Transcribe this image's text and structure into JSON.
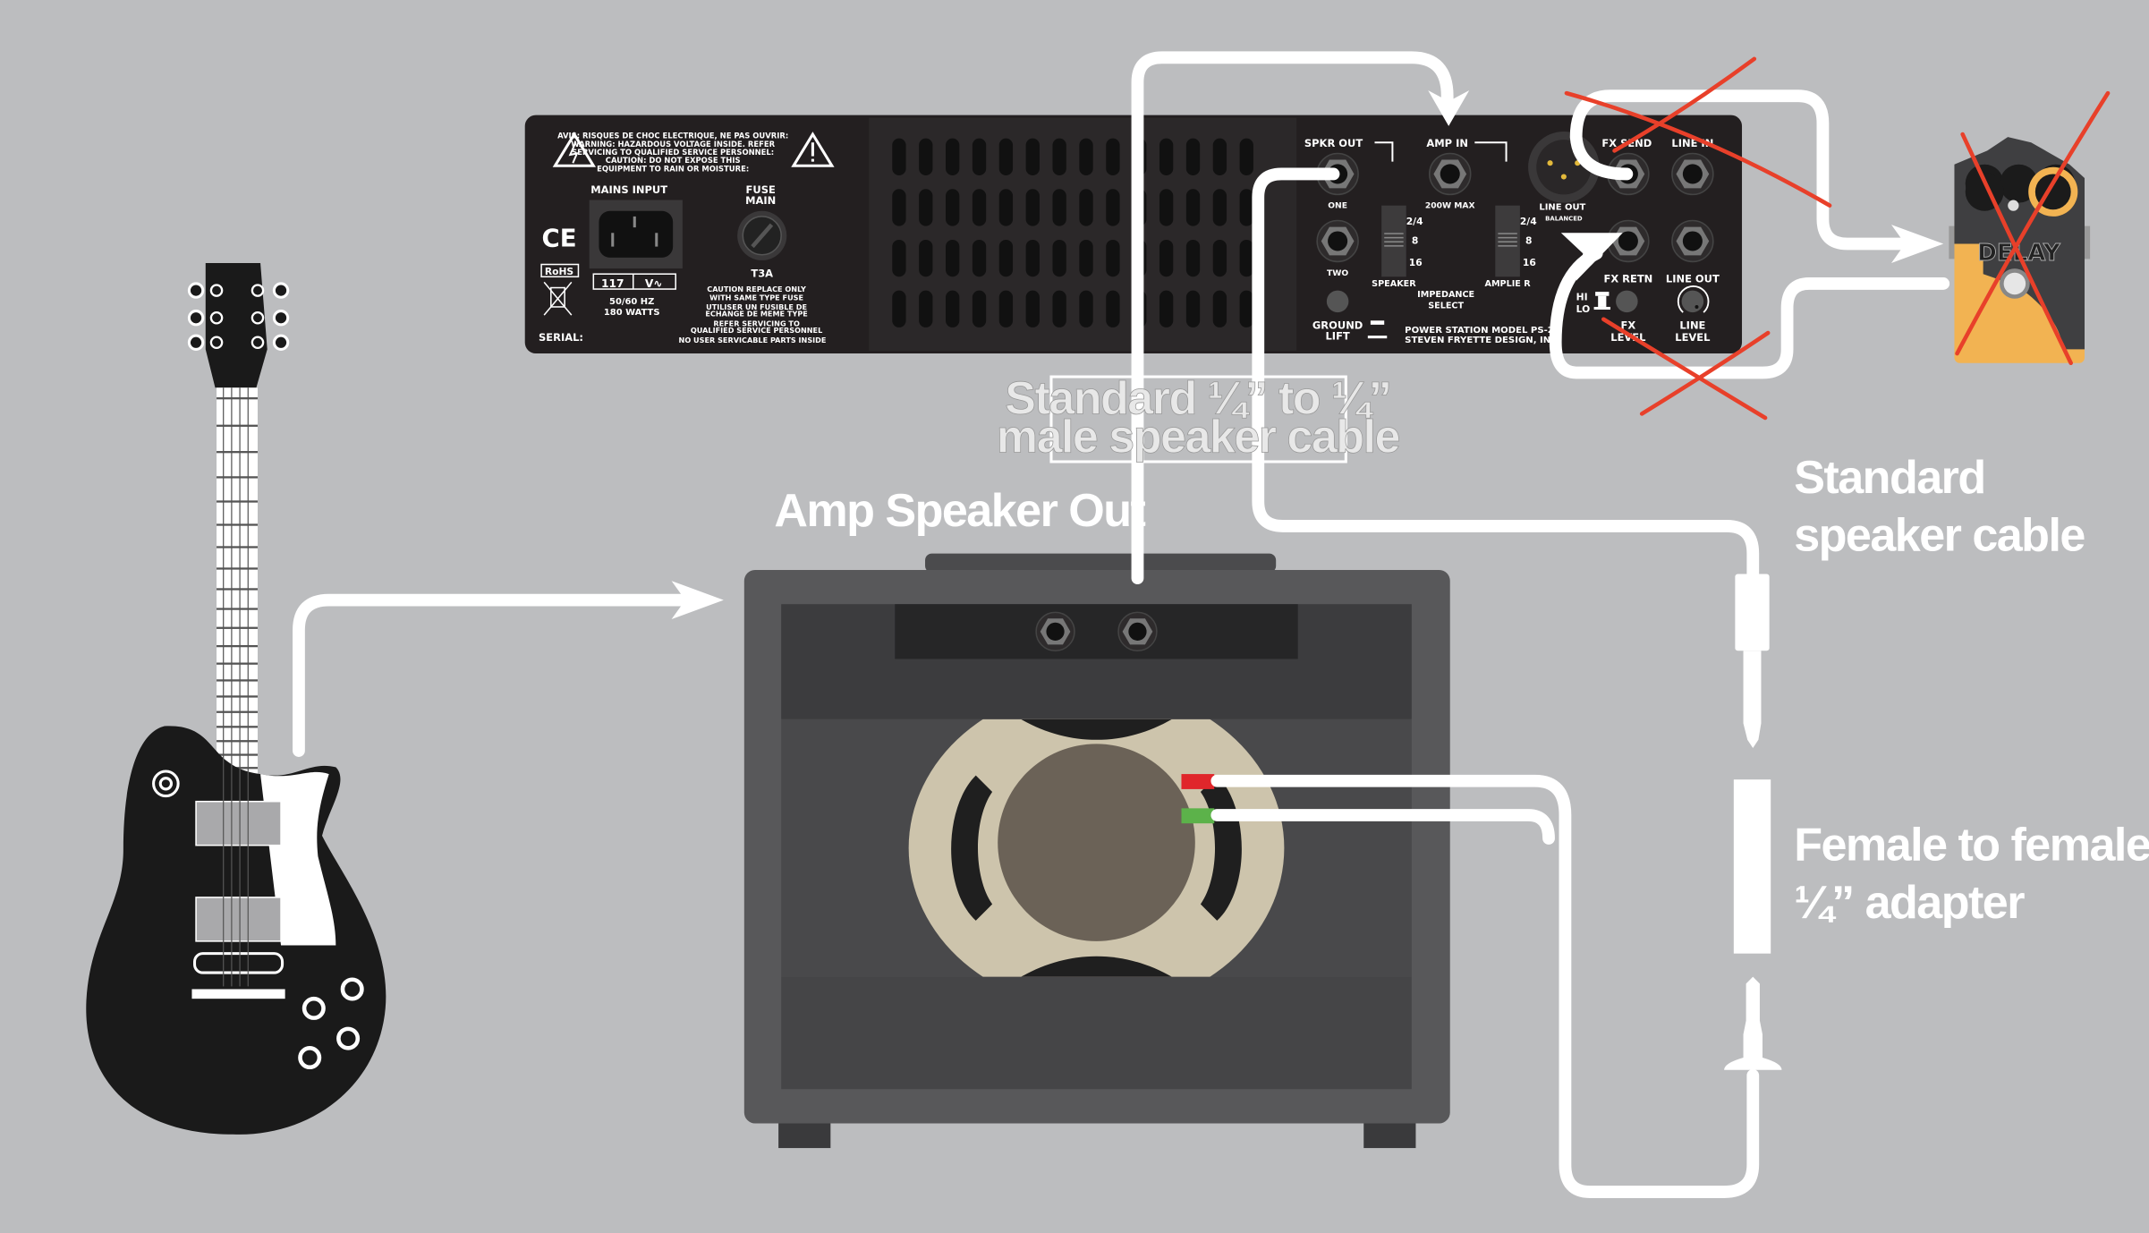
{
  "colors": {
    "background": "#bcbdbf",
    "rack": "#231f20",
    "amp": "#58585a",
    "pedal": "#f2b352",
    "cross": "#e8402a",
    "cable": "#ffffff",
    "wire_red": "#e0262b",
    "wire_green": "#5cb24a"
  },
  "rack": {
    "warning_lines": [
      "AVIS: RISQUES DE CHOC ELECTRIQUE, NE PAS OUVRIR:",
      "WARNING: HAZARDOUS VOLTAGE INSIDE. REFER",
      "SERVICING TO QUALIFIED SERVICE PERSONNEL:",
      "CAUTION: DO NOT EXPOSE THIS",
      "EQUIPMENT TO RAIN OR MOISTURE:"
    ],
    "mains_input": "MAINS INPUT",
    "voltage": "117",
    "voltage_unit": "V∿",
    "hz": "50/60 HZ",
    "watts": "180 WATTS",
    "ce": "CE",
    "rohs": "RoHS",
    "serial": "SERIAL:",
    "fuse_line1": "FUSE",
    "fuse_line2": "MAIN",
    "fuse_rating": "T3A",
    "fuse_notes": [
      "CAUTION REPLACE ONLY",
      "WITH SAME TYPE FUSE",
      "UTILISER UN FUSIBLE DE",
      "ECHANGE DE MEME TYPE",
      "REFER SERVICING TO",
      "QUALIFIED SERVICE PERSONNEL",
      "NO USER SERVICABLE PARTS INSIDE"
    ],
    "spkr_out": "SPKR OUT",
    "one": "ONE",
    "two": "TWO",
    "amp_in": "AMP IN",
    "max": "200W MAX",
    "speaker": "SPEAKER",
    "amplifier": "AMPLIE  R",
    "impedance_1": "IMPEDANCE",
    "impedance_2": "SELECT",
    "imp_values": [
      "2/4",
      "8",
      "16"
    ],
    "ground_1": "GROUND",
    "ground_2": "LIFT",
    "model_1": "POWER STATION MODEL PS-2A",
    "model_2": "STEVEN FRYETTE DESIGN, INC.",
    "line_out_balanced_1": "LINE OUT",
    "line_out_balanced_2": "BALANCED",
    "fx_send": "FX SEND",
    "line_in": "LINE IN",
    "fx_retn": "FX RETN",
    "line_out": "LINE OUT",
    "hi": "HI",
    "lo": "LO",
    "fx_level_1": "FX",
    "fx_level_2": "LEVEL",
    "line_level_1": "LINE",
    "line_level_2": "LEVEL"
  },
  "pedal": {
    "label": "DELAY"
  },
  "labels": {
    "cable_1": "Standard ¼” to ¼”",
    "cable_2": "male speaker cable",
    "amp_speaker_out": "Amp Speaker Out",
    "std_1": "Standard",
    "std_2": "speaker cable",
    "adapter_1": "Female to female",
    "adapter_2": "¼” adapter"
  }
}
